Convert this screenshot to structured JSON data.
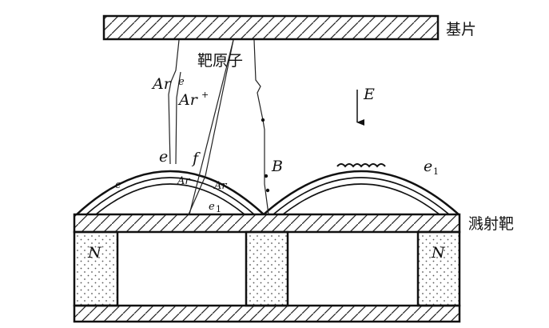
{
  "labels": {
    "substrate": "基片",
    "target_atom": "靶原子",
    "sputter_target": "溅射靶",
    "field": "E",
    "point_b": "B",
    "electron_e": "e",
    "electron_e1": "e",
    "subscript_1": "1",
    "ar": "Ar",
    "ar_plus": "+",
    "f": "f",
    "magnet_left": "N",
    "magnet_right": "N"
  },
  "colors": {
    "line": "#111111",
    "background": "#ffffff",
    "dot": "#555555"
  }
}
